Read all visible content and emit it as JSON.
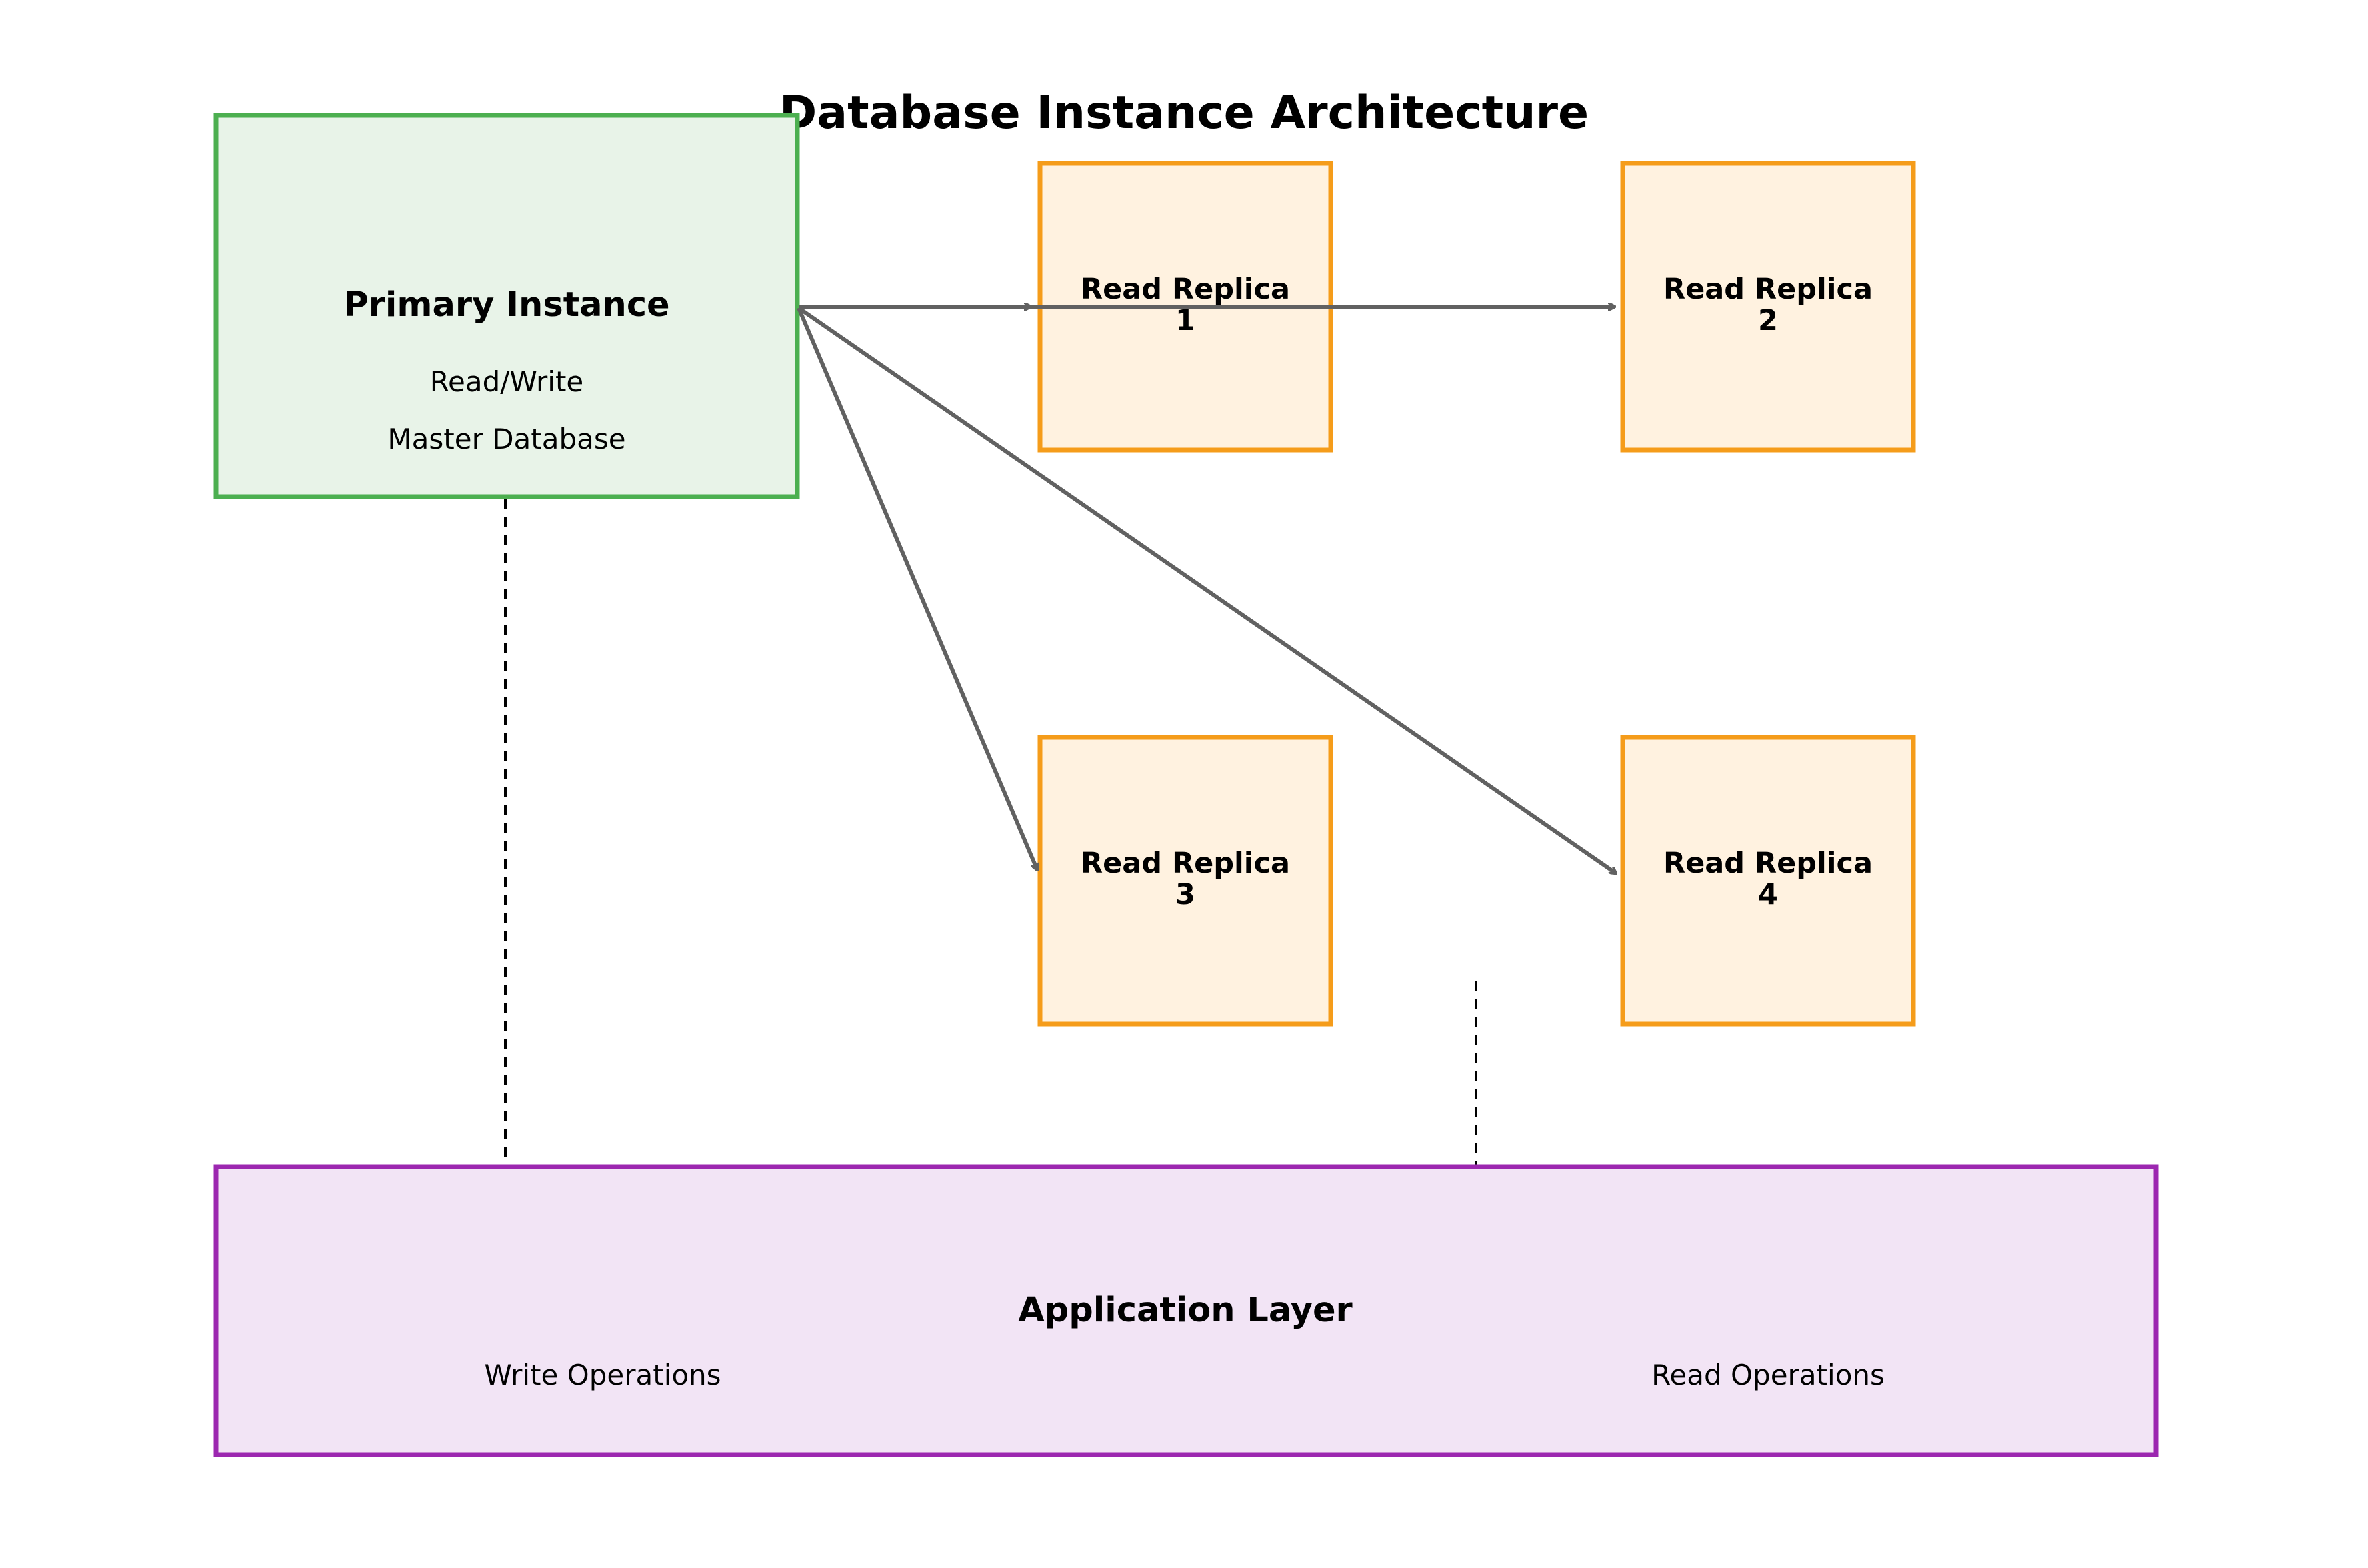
{
  "title": "Database Instance Architecture",
  "colors": {
    "primary_border": "#4caf50",
    "primary_fill": "#e8f3e8",
    "replica_border": "#f59c1a",
    "replica_fill": "#fff2e0",
    "app_border": "#9c27b0",
    "app_fill": "#f2e4f5",
    "arrow": "#616161",
    "dashed_line": "#000000"
  },
  "primary": {
    "title": "Primary Instance",
    "line1": "Read/Write",
    "line2": "Master Database"
  },
  "replicas": [
    {
      "line1": "Read Replica",
      "line2": "1"
    },
    {
      "line1": "Read Replica",
      "line2": "2"
    },
    {
      "line1": "Read Replica",
      "line2": "3"
    },
    {
      "line1": "Read Replica",
      "line2": "4"
    }
  ],
  "application": {
    "title": "Application Layer",
    "write_label": "Write Operations",
    "read_label": "Read Operations"
  }
}
